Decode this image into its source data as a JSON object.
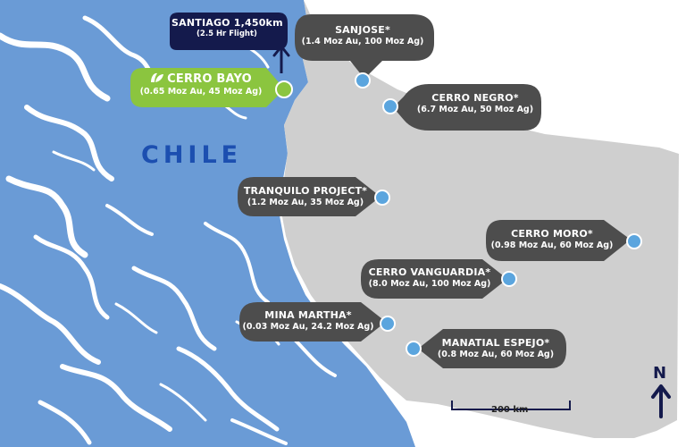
{
  "map": {
    "country_label": "CHILE",
    "north_label": "N",
    "scale_label": "200 km",
    "colors": {
      "chile_land": "#6a9bd6",
      "water": "#ffffff",
      "region": "#cfcfcf",
      "country_text": "#1c4fb0",
      "callout": "#4d4d4d",
      "featured": "#8bc53f",
      "santiago": "#141a4c",
      "marker": "#5ba5de"
    }
  },
  "santiago": {
    "title": "SANTIAGO 1,450km",
    "subtitle": "(2.5 Hr Flight)",
    "arrow_icon": "up-arrow-icon"
  },
  "featured_project": {
    "name": "CERRO BAYO",
    "resources": "(0.65 Moz Au, 45 Moz Ag)",
    "icon": "leaf-logo-icon"
  },
  "projects": [
    {
      "id": "sanjose",
      "name": "SANJOSE*",
      "resources": "(1.4 Moz Au, 100 Moz Ag)"
    },
    {
      "id": "cerro-negro",
      "name": "CERRO NEGRO*",
      "resources": "(6.7 Moz Au, 50 Moz Ag)"
    },
    {
      "id": "tranquilo",
      "name": "TRANQUILO PROJECT*",
      "resources": "(1.2 Moz Au, 35 Moz Ag)"
    },
    {
      "id": "cerro-moro",
      "name": "CERRO MORO*",
      "resources": "(0.98 Moz Au, 60 Moz Ag)"
    },
    {
      "id": "cerro-vanguardia",
      "name": "CERRO VANGUARDIA*",
      "resources": "(8.0 Moz Au, 100 Moz Ag)"
    },
    {
      "id": "mina-martha",
      "name": "MINA MARTHA*",
      "resources": "(0.03 Moz Au, 24.2 Moz Ag)"
    },
    {
      "id": "manatial-espejo",
      "name": "MANATIAL ESPEJO*",
      "resources": "(0.8 Moz Au, 60 Moz Ag)"
    }
  ]
}
